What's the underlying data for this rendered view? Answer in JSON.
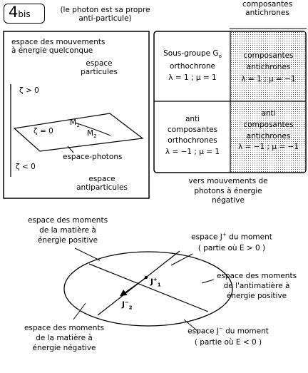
{
  "badge": {
    "number": "4",
    "suffix": "bis"
  },
  "note": [
    "(le photon est sa propre",
    "anti-particule)"
  ],
  "top_right_header": [
    "composantes",
    "antichrones"
  ],
  "left_panel": {
    "title": [
      "espace des mouvements",
      "à énergie quelconque"
    ],
    "particules": [
      "espace",
      "particules"
    ],
    "zeta_pos": "ζ > 0",
    "zeta_zero": "ζ = 0",
    "zeta_neg": "ζ < 0",
    "m1": "M",
    "m1_sub": "1",
    "m2": "M",
    "m2_sub": "2",
    "photons": "espace-photons",
    "antiparticules": [
      "espace",
      "antiparticules"
    ]
  },
  "table": {
    "r1c1": [
      "Sous-groupe G",
      "orthochrone",
      "λ = 1 ;  μ = 1"
    ],
    "r1c1_sub": "o",
    "r1c2": [
      "composantes",
      "antichrones",
      "λ = 1 ;  μ = −1"
    ],
    "r2c1": [
      "anti",
      "composantes",
      "orthochrones",
      "λ = −1 ; μ = 1"
    ],
    "r2c2": [
      "anti",
      "composantes",
      "antichrones",
      "λ = −1 ; μ = −1"
    ]
  },
  "caption": [
    "vers mouvements de",
    "photons à énergie",
    "négative"
  ],
  "ellipse_labels": {
    "tl": [
      "espace des moments",
      "de la matière à",
      "énergie positive"
    ],
    "tr_a": "espace J",
    "tr_a_sup": "+",
    "tr_a_tail": " du moment",
    "tr_b": "( partie où E > 0 )",
    "r": [
      "espace des moments",
      "de l'antimatière à",
      "énergie positive"
    ],
    "br_a": "espace J",
    "br_a_sup": "−",
    "br_a_tail": " du moment",
    "br_b": "( partie où E < 0 )",
    "bl": [
      "espace des moments",
      "de la matière à",
      "énergie négative"
    ],
    "j1": "J",
    "j1_sub": "1",
    "j1_sup": "+",
    "j2": "J",
    "j2_sub": "2",
    "j2_sup": "−"
  }
}
